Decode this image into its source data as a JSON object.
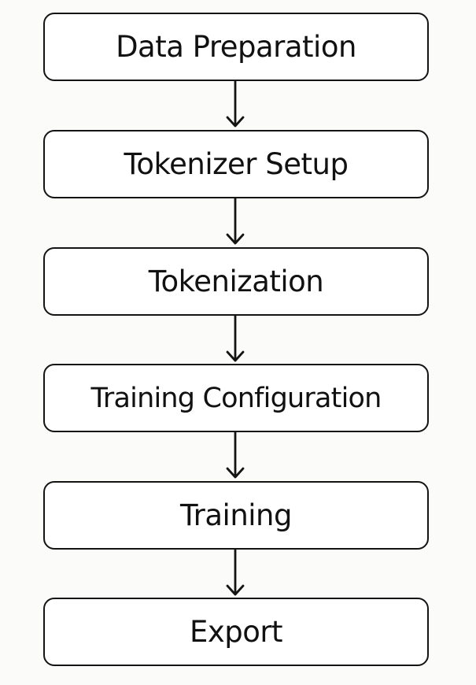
{
  "flowchart": {
    "steps": [
      {
        "label": "Data Preparation"
      },
      {
        "label": "Tokenizer Setup"
      },
      {
        "label": "Tokenization"
      },
      {
        "label": "Training Configuration"
      },
      {
        "label": "Training"
      },
      {
        "label": "Export"
      }
    ],
    "colors": {
      "stroke": "#141414",
      "background": "#fbfbf9",
      "box_fill": "#ffffff"
    }
  }
}
